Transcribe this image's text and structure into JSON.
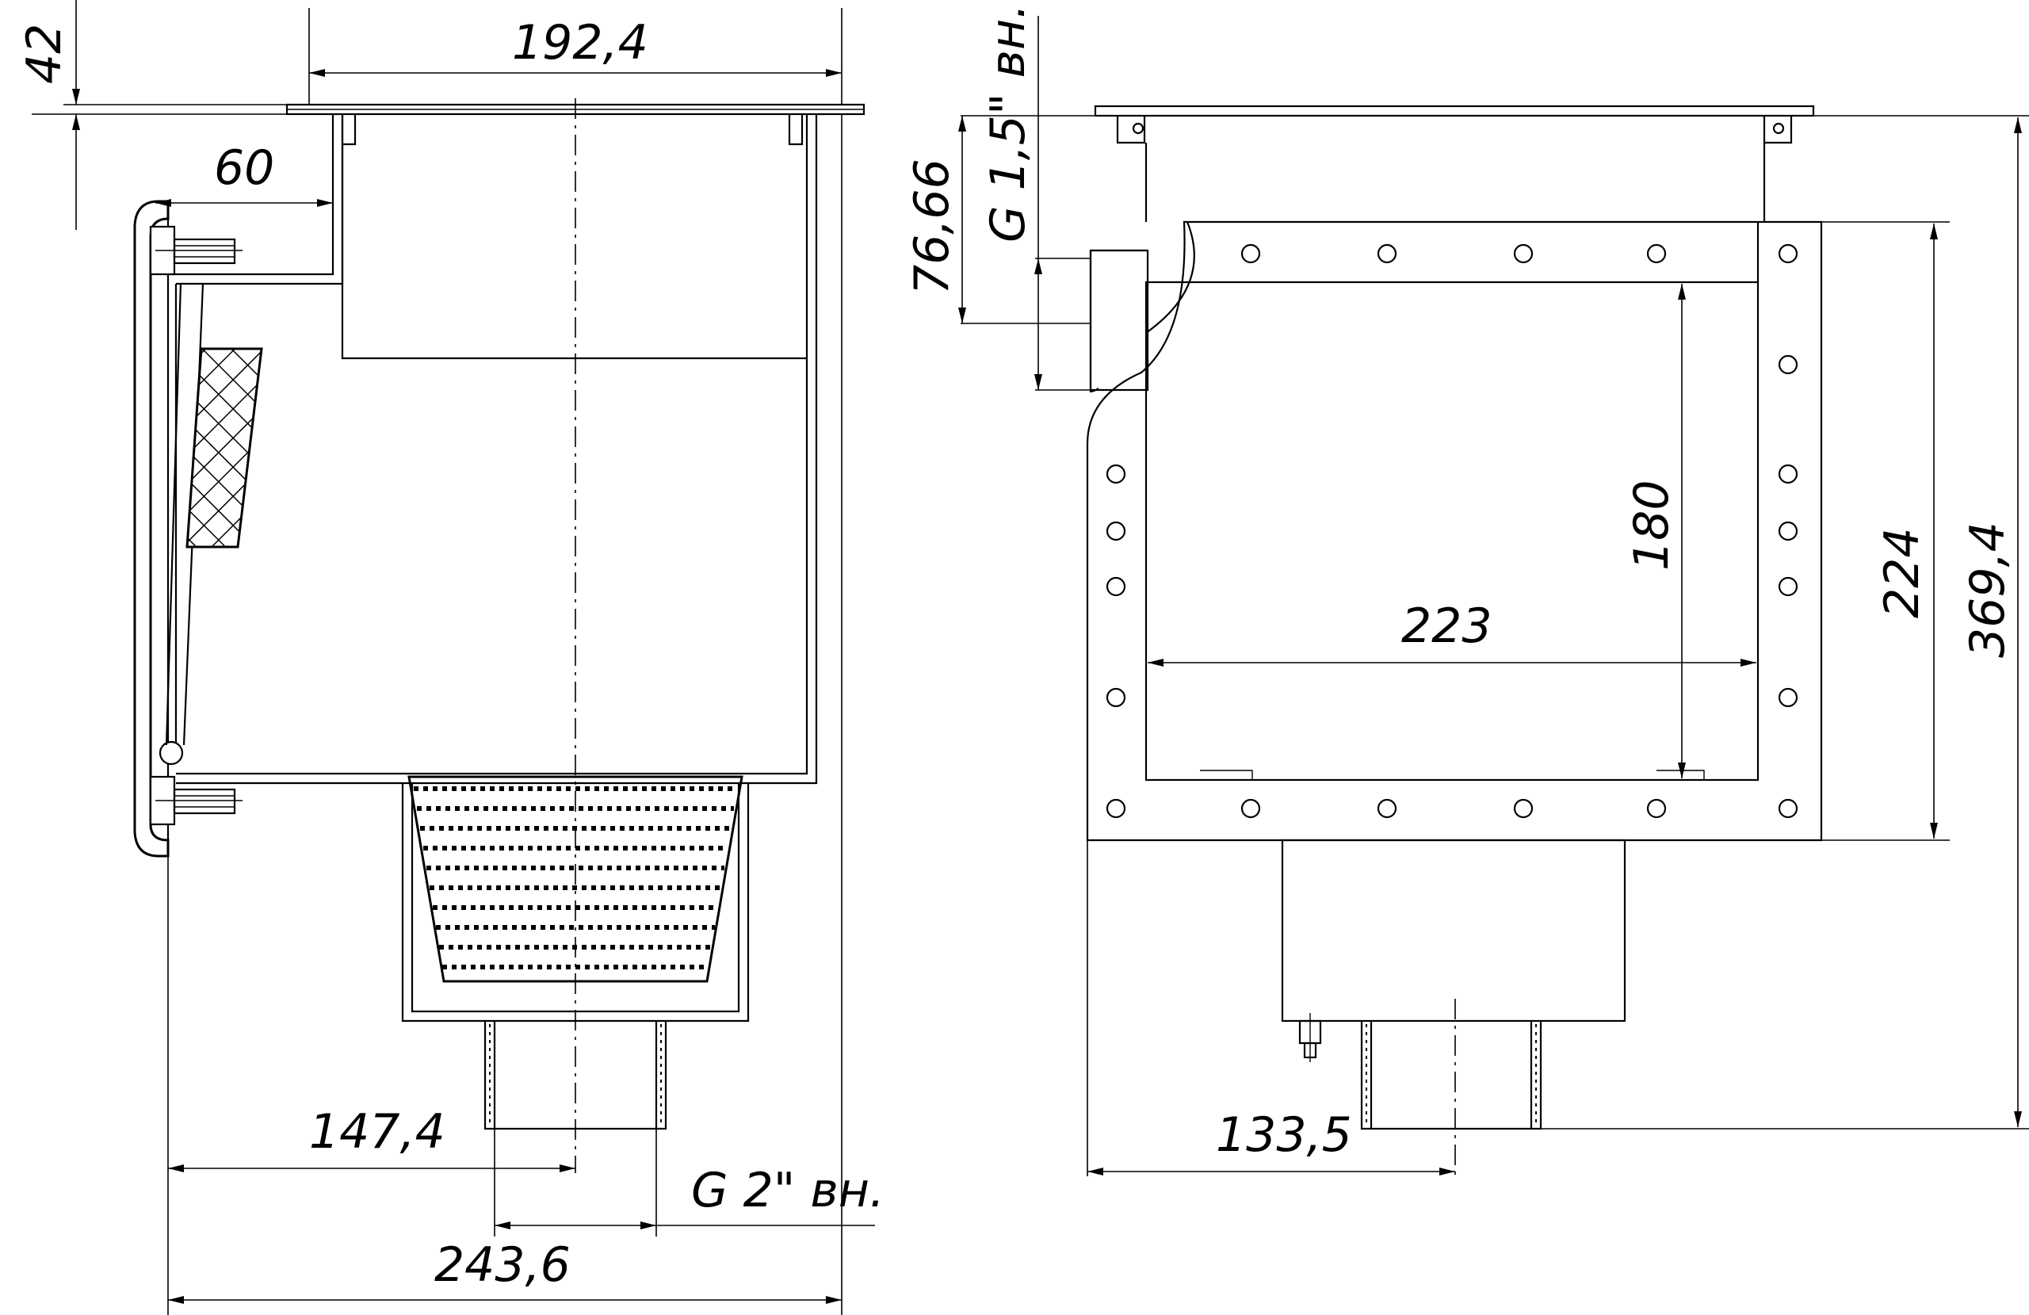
{
  "dimensions": {
    "top_width": "192,4",
    "flange_thickness": "42",
    "side_offset": "60",
    "outlet_center": "147,4",
    "outlet_thread": "G 2\" вн.",
    "total_width": "243,6",
    "inlet_height": "76,66",
    "inlet_thread": "G 1,5\" вн.",
    "opening_height": "180",
    "opening_width": "223",
    "flange_height": "224",
    "total_height": "369,4",
    "front_outlet_center": "133,5"
  },
  "colors": {
    "line": "#000000",
    "background": "#ffffff"
  }
}
